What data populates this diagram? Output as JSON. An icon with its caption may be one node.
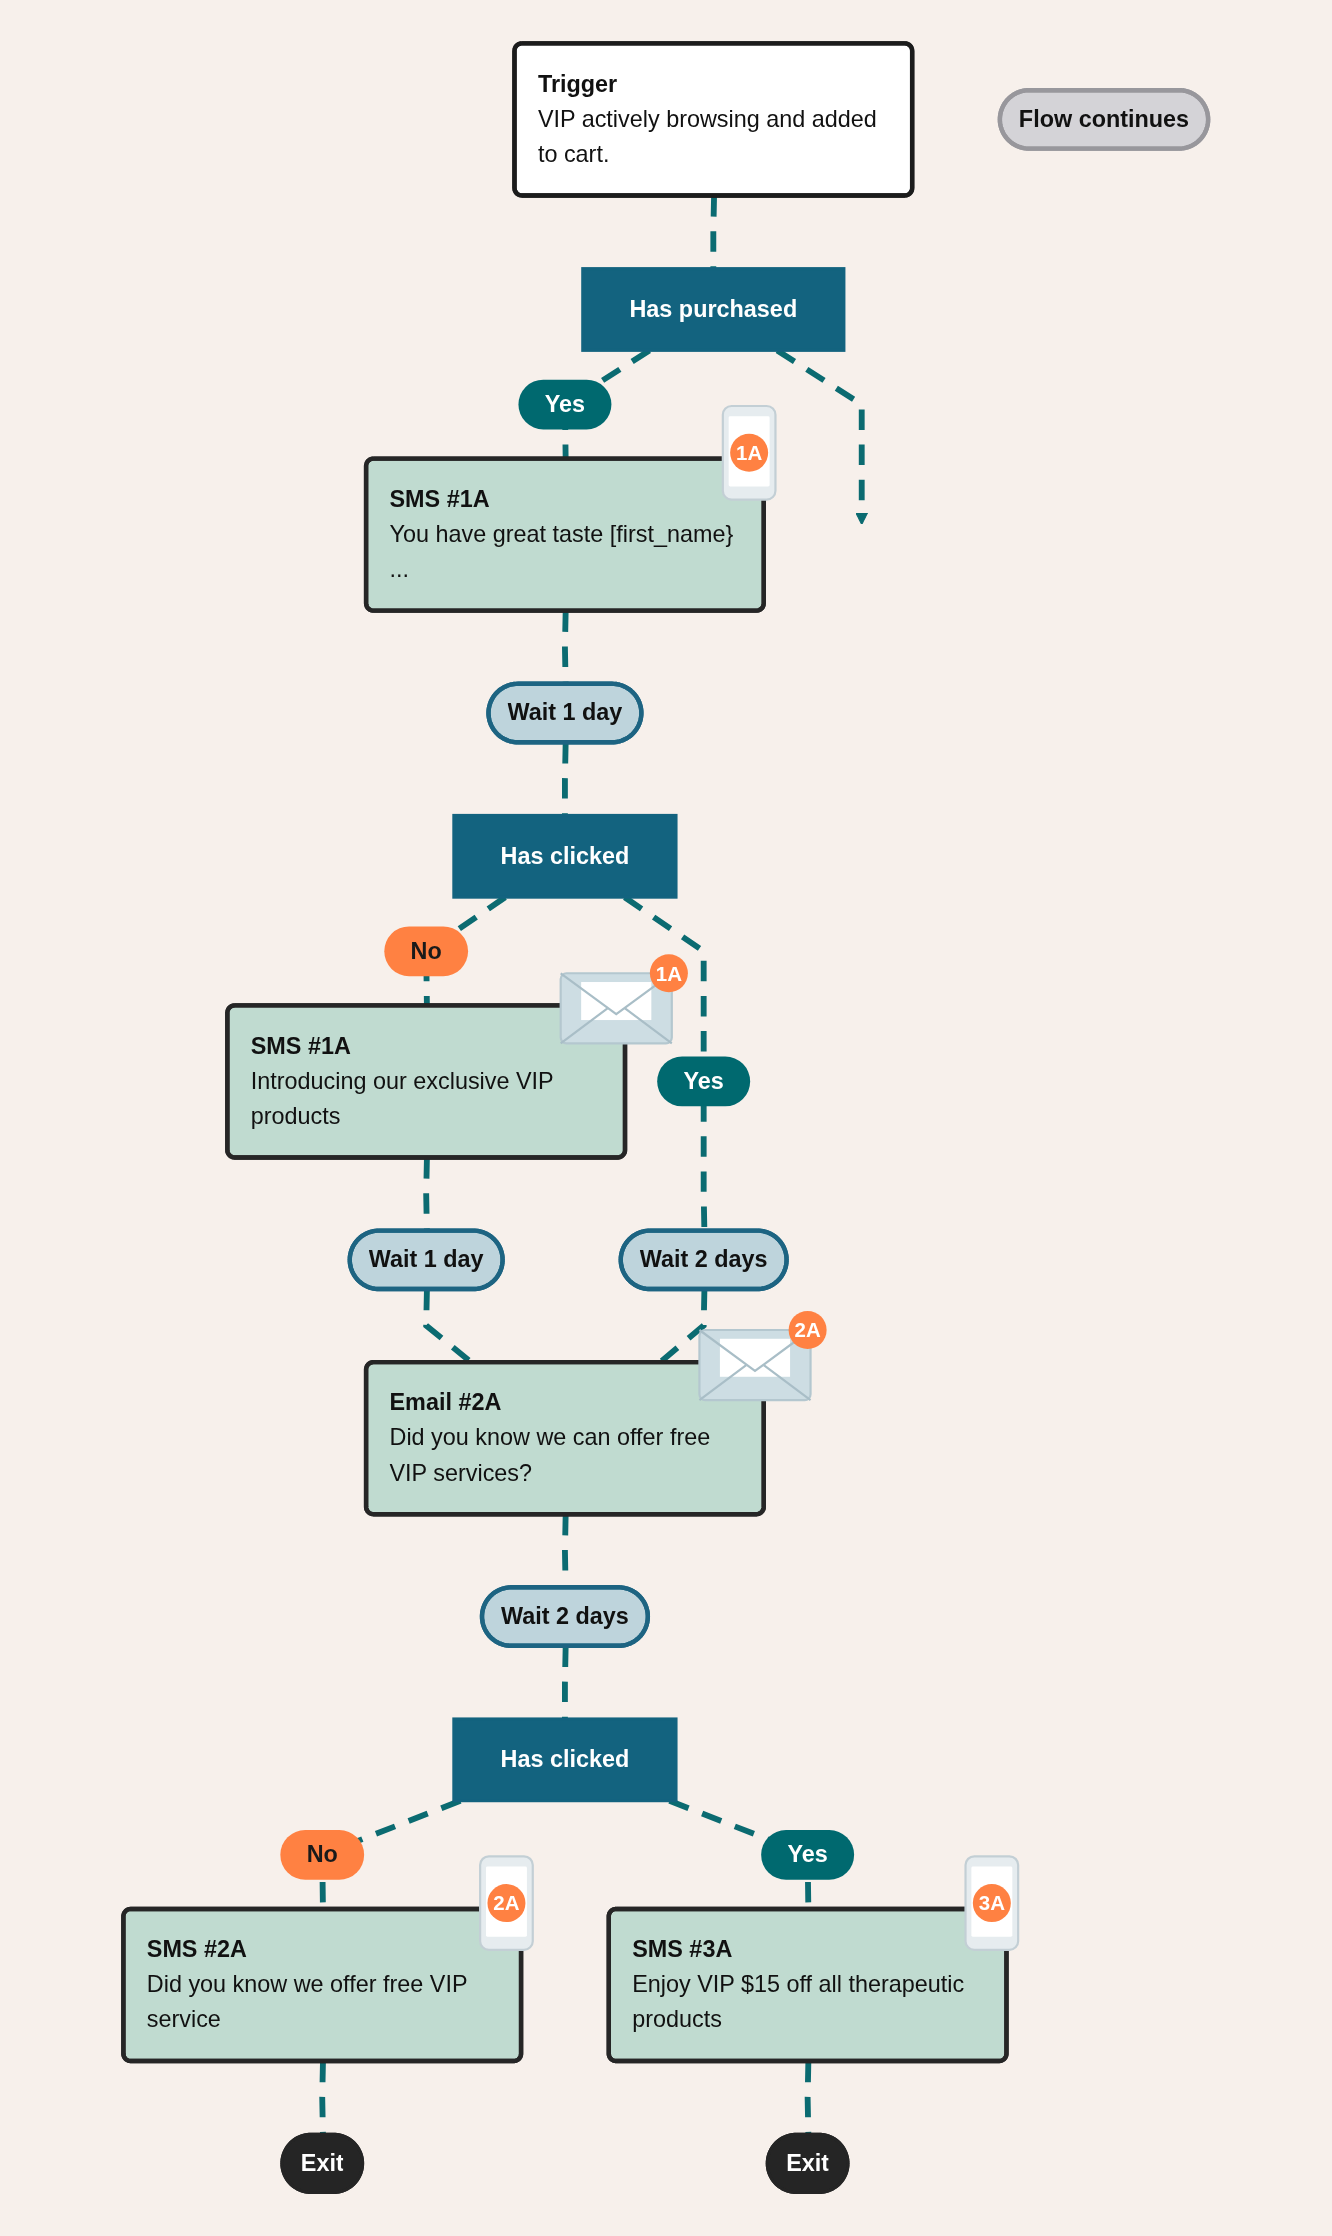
{
  "diagram": {
    "nodes": [
      {
        "text": [
          "Trigger",
          "VIP actively browsing and added to cart."
        ]
      },
      {
        "text": [
          "Has purchased"
        ]
      },
      {
        "text": [
          "Flow continues"
        ]
      },
      {
        "text": [
          "SMS #1A",
          "You have great taste [first_name} ..."
        ],
        "beside": [
          "1A"
        ]
      },
      {
        "text": [
          "Wait 1 day"
        ]
      },
      {
        "text": [
          "Has clicked"
        ]
      },
      {
        "text": [
          "SMS #1A",
          "Introducing our exclusive VIP products"
        ],
        "beside": [
          "1A"
        ]
      },
      {
        "text": [
          "Wait 2 days"
        ]
      },
      {
        "text": [
          "Wait 1 day"
        ]
      },
      {
        "text": [
          "Email #2A",
          "Did you know we can offer free VIP services?"
        ],
        "beside": [
          "2A"
        ]
      },
      {
        "text": [
          "Wait 2 days"
        ]
      },
      {
        "text": [
          "Has clicked"
        ]
      },
      {
        "text": [
          "SMS #2A",
          "Did you know we offer free VIP service"
        ],
        "beside": [
          "2A"
        ]
      },
      {
        "text": [
          "SMS #3A",
          "Enjoy VIP $15 off all therapeutic products"
        ],
        "beside": [
          "3A"
        ]
      },
      {
        "text": [
          "Exit"
        ]
      },
      {
        "text": [
          "Exit"
        ]
      }
    ],
    "edges": [
      {
        "from": 0,
        "to": 1,
        "arrow": "none",
        "style": "dashed"
      },
      {
        "from": 1,
        "to": null,
        "arrow": "to",
        "style": "dashed"
      },
      {
        "from": 1,
        "to": 3,
        "arrow": "none",
        "label": "Yes",
        "style": "dashed"
      },
      {
        "from": 3,
        "to": 4,
        "arrow": "none",
        "style": "dashed"
      },
      {
        "from": 4,
        "to": 5,
        "arrow": "none",
        "style": "dashed"
      },
      {
        "from": 5,
        "to": 6,
        "arrow": "none",
        "label": "No",
        "style": "dashed"
      },
      {
        "from": 5,
        "to": 7,
        "arrow": "none",
        "label": "Yes",
        "style": "dashed"
      },
      {
        "from": 6,
        "to": 8,
        "arrow": "none",
        "style": "dashed"
      },
      {
        "from": 8,
        "to": 9,
        "arrow": "none",
        "style": "dashed"
      },
      {
        "from": 7,
        "to": 9,
        "arrow": "none",
        "style": "dashed"
      },
      {
        "from": 9,
        "to": 10,
        "arrow": "none",
        "style": "dashed"
      },
      {
        "from": 10,
        "to": 11,
        "arrow": "none",
        "style": "dashed"
      },
      {
        "from": 11,
        "to": 12,
        "arrow": "none",
        "label": "No",
        "style": "dashed"
      },
      {
        "from": 11,
        "to": 13,
        "arrow": "none",
        "label": "Yes",
        "style": "dashed"
      },
      {
        "from": 12,
        "to": 14,
        "arrow": "none",
        "style": "dashed"
      },
      {
        "from": 13,
        "to": 15,
        "arrow": "none",
        "style": "dashed"
      }
    ]
  }
}
